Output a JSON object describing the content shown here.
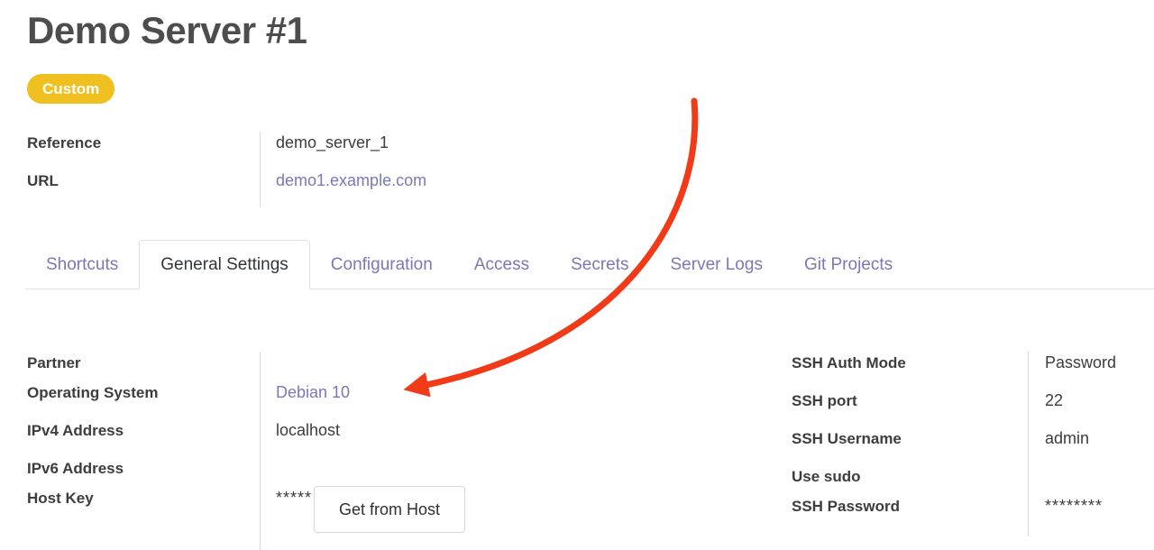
{
  "header": {
    "title": "Demo Server #1",
    "badge": "Custom"
  },
  "info": {
    "rows": [
      {
        "label": "Reference",
        "value": "demo_server_1"
      },
      {
        "label": "URL",
        "value": "demo1.example.com"
      }
    ]
  },
  "tabs": [
    {
      "label": "Shortcuts",
      "active": false
    },
    {
      "label": "General Settings",
      "active": true
    },
    {
      "label": "Configuration",
      "active": false
    },
    {
      "label": "Access",
      "active": false
    },
    {
      "label": "Secrets",
      "active": false
    },
    {
      "label": "Server Logs",
      "active": false
    },
    {
      "label": "Git Projects",
      "active": false
    }
  ],
  "general": {
    "left": [
      {
        "label": "Partner",
        "value": ""
      },
      {
        "label": "Operating System",
        "value": "Debian 10"
      },
      {
        "label": "IPv4 Address",
        "value": "localhost"
      },
      {
        "label": "IPv6 Address",
        "value": ""
      },
      {
        "label": "Host Key",
        "value": "*****",
        "button": "Get from Host"
      }
    ],
    "right": [
      {
        "label": "SSH Auth Mode",
        "value": "Password"
      },
      {
        "label": "SSH port",
        "value": "22"
      },
      {
        "label": "SSH Username",
        "value": "admin"
      },
      {
        "label": "Use sudo",
        "value": ""
      },
      {
        "label": "SSH Password",
        "value": "********"
      }
    ]
  },
  "annotation": {
    "description": "red curved arrow pointing at Debian 10",
    "color": "#f13a17"
  },
  "colors": {
    "link": "#7a78b8",
    "badge_bg": "#f0c020",
    "title_text": "#4d4d4d",
    "tab_border": "#dee2e6",
    "divider": "#dadada"
  }
}
